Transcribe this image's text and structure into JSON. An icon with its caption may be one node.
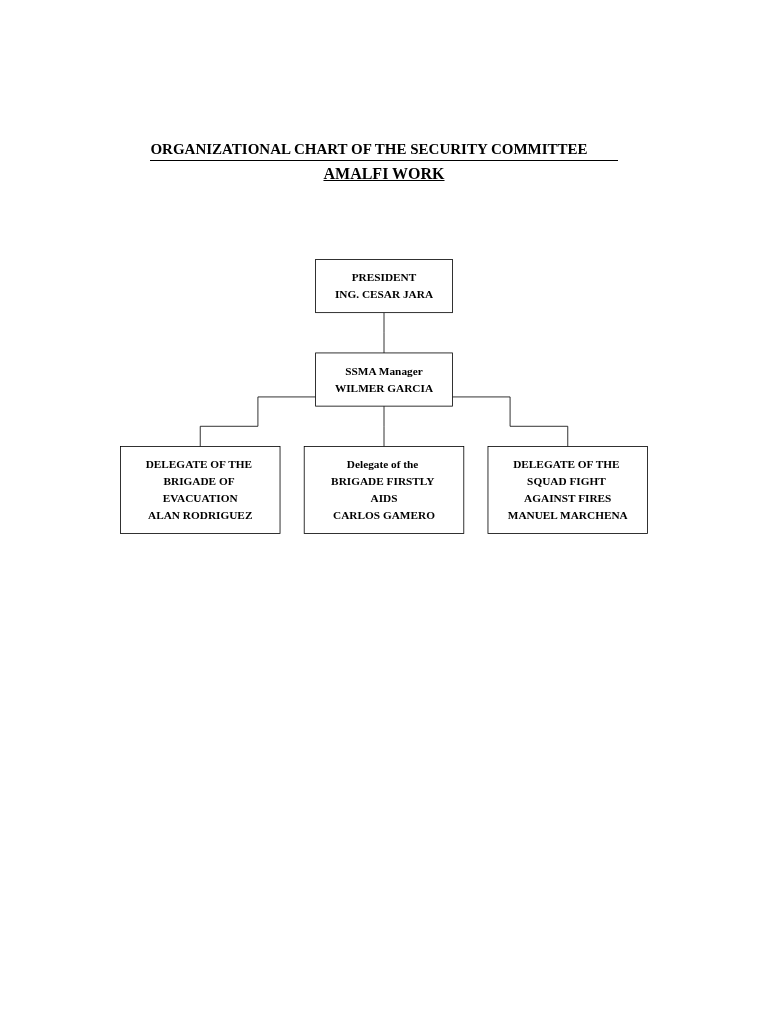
{
  "diagram": {
    "title": "ORGANIZATIONAL CHART OF THE SECURITY COMMITTEE",
    "nodes": [
      {
        "text": [
          "PRESIDENT",
          "ING. CESAR JARA"
        ]
      },
      {
        "text": [
          "SSMA Manager",
          "WILMER GARCIA"
        ]
      },
      {
        "text": [
          "DELEGATE OF THE BRIGADE OF EVACUATION",
          "ALAN RODRIGUEZ"
        ]
      },
      {
        "text": [
          "Delegate of the BRIGADE FIRSTLY AIDS",
          "CARLOS GAMERO"
        ]
      },
      {
        "text": [
          "DELEGATE OF THE SQUAD FIGHT AGAINST FIRES",
          "MANUEL MARCHENA"
        ]
      }
    ],
    "edges": [
      {
        "from": 0,
        "to": 1,
        "arrow": "none"
      },
      {
        "from": 1,
        "to": 2,
        "arrow": "none"
      },
      {
        "from": 1,
        "to": 3,
        "arrow": "none"
      },
      {
        "from": 1,
        "to": 4,
        "arrow": "none"
      }
    ],
    "labels": [
      "AMALFI WORK"
    ]
  }
}
